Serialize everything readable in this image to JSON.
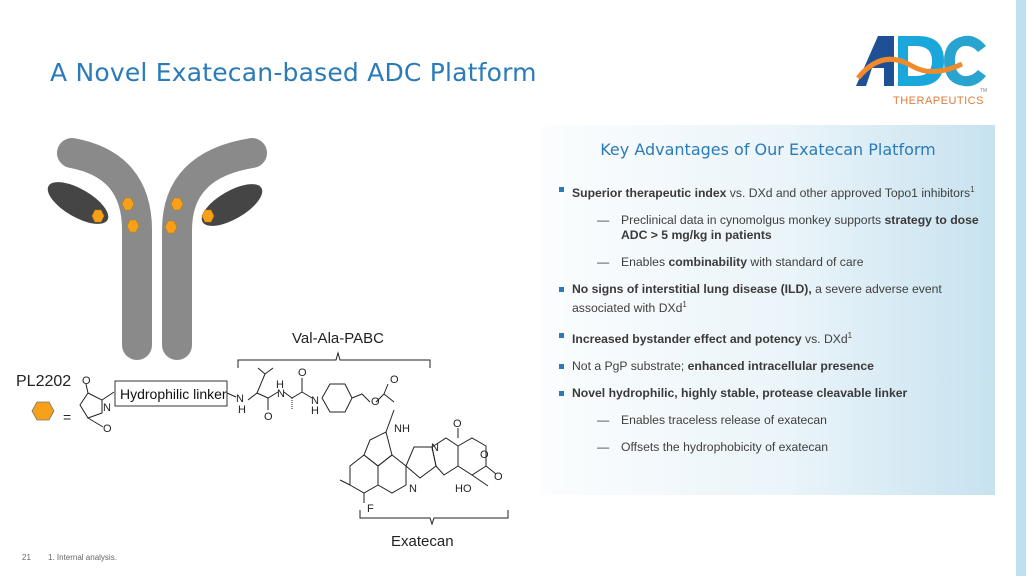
{
  "slide": {
    "title": "A Novel Exatecan-based ADC Platform",
    "page_number": "21",
    "footnote": "1. Internal analysis."
  },
  "logo": {
    "wordmark": "ADC",
    "subtitle": "THERAPEUTICS",
    "tm": "TM"
  },
  "diagram": {
    "payload_label": "PL2202",
    "equals": "=",
    "linker_box": "Hydrophilic linker",
    "linker_bracket_label": "Val-Ala-PABC",
    "payload_bracket_label": "Exatecan",
    "atoms": {
      "O": "O",
      "N": "N",
      "H": "H",
      "NH": "NH",
      "F": "F",
      "HO": "HO"
    }
  },
  "panel": {
    "heading": "Key Advantages of Our Exatecan Platform",
    "dash": "—",
    "items": [
      {
        "bold": "Superior therapeutic index",
        "text": " vs. DXd and other approved Topo1 inhibitors",
        "sup": "1"
      },
      {
        "text": "Preclinical data in cynomolgus monkey supports ",
        "bold": "strategy to dose ADC > 5 mg/kg in patients"
      },
      {
        "text": "Enables ",
        "bold": "combinability",
        "text2": " with standard of care"
      },
      {
        "bold": "No signs of interstitial lung disease (ILD),",
        "text": " a severe adverse event associated with DXd",
        "sup": "1"
      },
      {
        "bold": "Increased bystander effect and potency",
        "text": " vs. DXd",
        "sup": "1"
      },
      {
        "text": "Not a PgP substrate; ",
        "bold": "enhanced intracellular presence"
      },
      {
        "bold": "Novel hydrophilic, highly stable, protease cleavable linker"
      },
      {
        "text": "Enables traceless release of exatecan"
      },
      {
        "text": "Offsets the hydrophobicity of exatecan"
      }
    ]
  },
  "colors": {
    "accent": "#2b7bb9",
    "payload": "#f7a11a",
    "antibody": "#8a8a8a",
    "light_chain": "#444444"
  }
}
